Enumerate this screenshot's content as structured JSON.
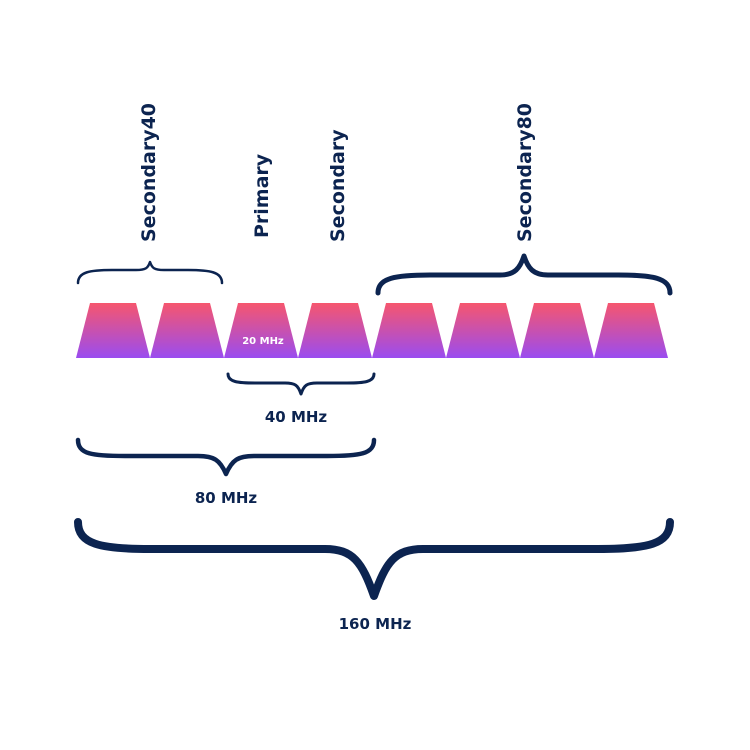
{
  "colors": {
    "ink": "#0c2450",
    "channel_top": "#f6566e",
    "channel_bottom": "#9a4cf0",
    "channel_label": "#ffffff"
  },
  "channel_count": 8,
  "primary_channel_label": "20 MHz",
  "vertical_labels": {
    "secondary40": "Secondary40",
    "primary": "Primary",
    "secondary": "Secondary",
    "secondary80": "Secondary80"
  },
  "bandwidth_labels": {
    "bw40": "40 MHz",
    "bw80": "80 MHz",
    "bw160": "160 MHz"
  }
}
